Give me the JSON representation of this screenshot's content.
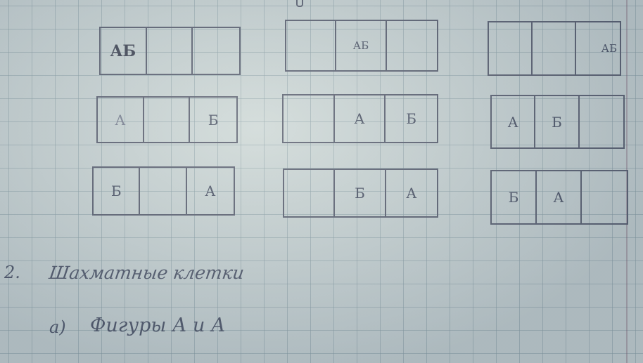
{
  "grids": [
    [
      "АБ",
      "",
      ""
    ],
    [
      "",
      "АБ",
      ""
    ],
    [
      "",
      "",
      "АБ"
    ],
    [
      "А",
      "",
      "Б"
    ],
    [
      "",
      "А",
      "Б"
    ],
    [
      "А",
      "Б",
      ""
    ],
    [
      "Б",
      "",
      "А"
    ],
    [
      "",
      "Б",
      "А"
    ],
    [
      "Б",
      "А",
      ""
    ]
  ],
  "note": {
    "number": "2.",
    "heading": "Шахматные клетки",
    "item_marker": "а)",
    "item_text": "Фигуры А и А"
  },
  "colors": {
    "paper": "#dfe6df",
    "grid_lines": "#96aaaa",
    "ink": "#4e5566"
  }
}
